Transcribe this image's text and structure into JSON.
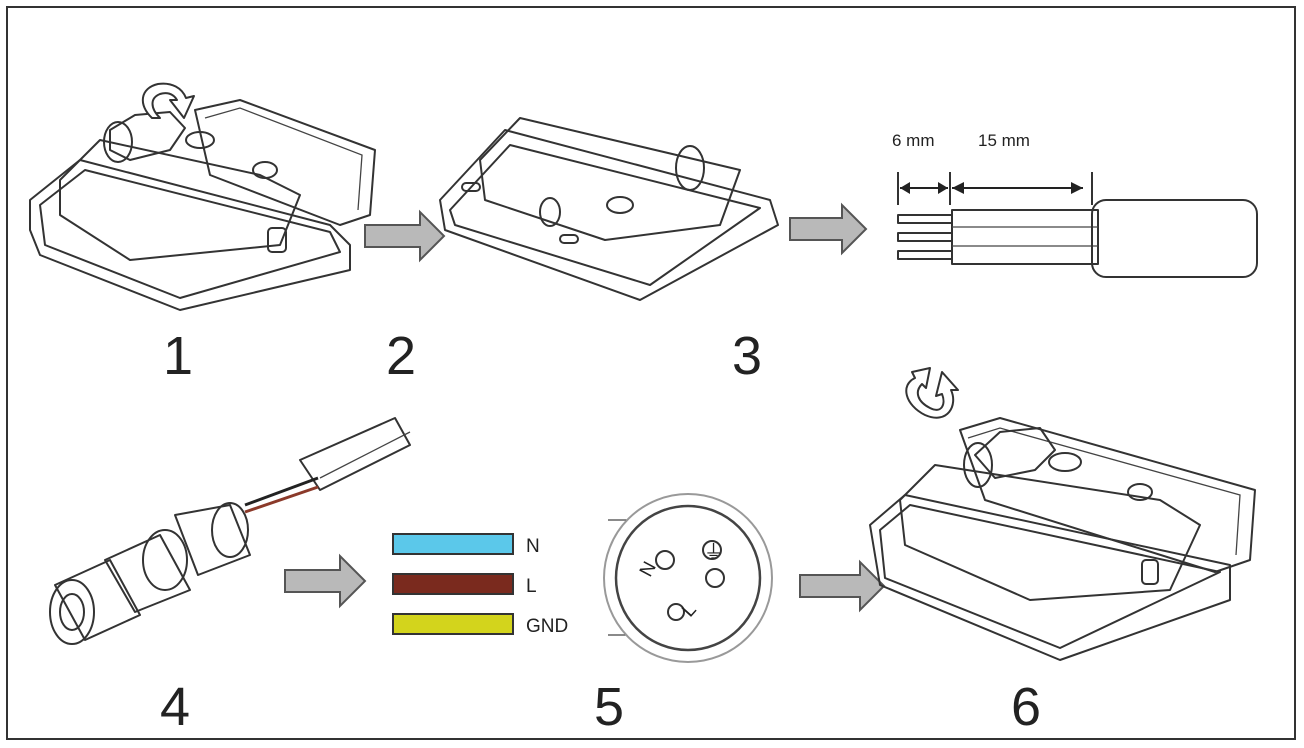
{
  "steps": [
    {
      "number": "1"
    },
    {
      "number": "2"
    },
    {
      "number": "3"
    },
    {
      "number": "4"
    },
    {
      "number": "5"
    },
    {
      "number": "6"
    }
  ],
  "strip_dimensions": {
    "inner": "6 mm",
    "outer": "15 mm"
  },
  "wires": [
    {
      "label": "N",
      "color": "#5bc8ea"
    },
    {
      "label": "L",
      "color": "#7a2a1e"
    },
    {
      "label": "GND",
      "color": "#d3d41c"
    }
  ],
  "connector_terminals": {
    "left": "N",
    "right_bottom": "L",
    "top_right": "⏚"
  },
  "colors": {
    "arrow_fill": "#b9b9b9",
    "arrow_stroke": "#555555",
    "line": "#333333"
  }
}
